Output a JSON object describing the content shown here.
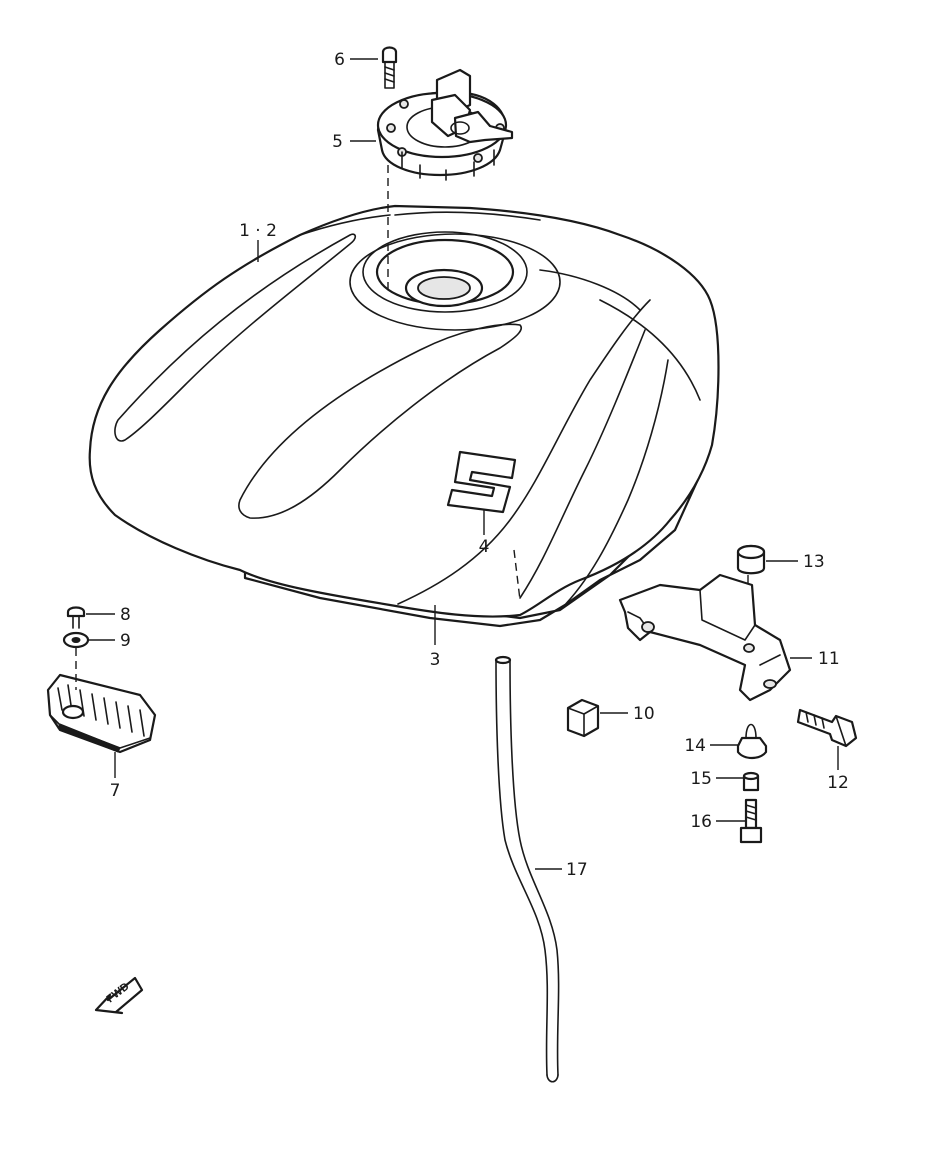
{
  "diagram": {
    "parts": [
      {
        "id": "p1-2",
        "label": "1 · 2"
      },
      {
        "id": "p3",
        "label": "3"
      },
      {
        "id": "p4",
        "label": "4"
      },
      {
        "id": "p5",
        "label": "5"
      },
      {
        "id": "p6",
        "label": "6"
      },
      {
        "id": "p7",
        "label": "7"
      },
      {
        "id": "p8",
        "label": "8"
      },
      {
        "id": "p9",
        "label": "9"
      },
      {
        "id": "p10",
        "label": "10"
      },
      {
        "id": "p11",
        "label": "11"
      },
      {
        "id": "p12",
        "label": "12"
      },
      {
        "id": "p13",
        "label": "13"
      },
      {
        "id": "p14",
        "label": "14"
      },
      {
        "id": "p15",
        "label": "15"
      },
      {
        "id": "p16",
        "label": "16"
      },
      {
        "id": "p17",
        "label": "17"
      }
    ],
    "direction_badge": "FWD",
    "colors": {
      "line": "#1a1a1a",
      "background": "#ffffff"
    }
  }
}
